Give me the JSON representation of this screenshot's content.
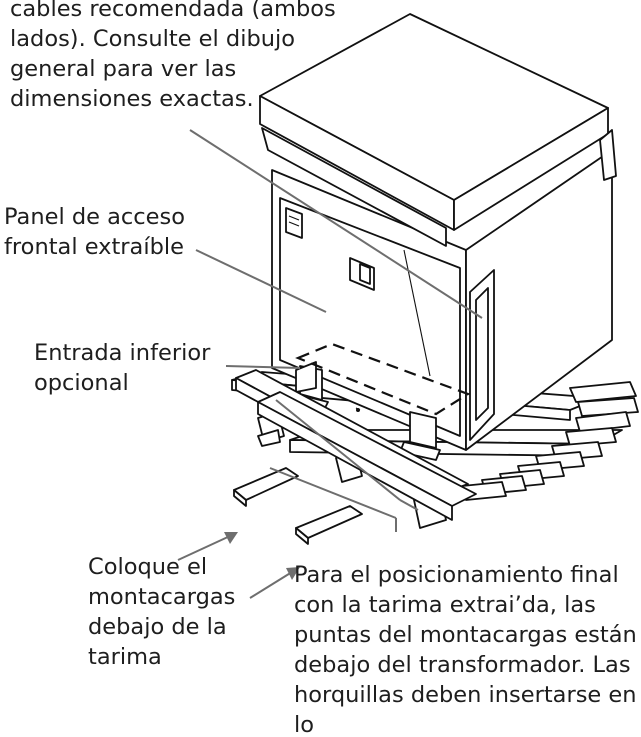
{
  "labels": {
    "cable_entry": "cables recomendada (ambos\nlados). Consulte el dibujo\ngeneral para ver las\ndimensiones exactas.",
    "front_panel": "Panel de acceso\nfrontal extraíble",
    "bottom_entry": "Entrada inferior\nopcional",
    "forklift": "Coloque el\nmontacargas\ndebajo de la\ntarima",
    "final_position": "Para el posicionamiento final\ncon la tarima extrai’da, las\npuntas del montacargas están\ndebajo del transformador.  Las\nhorquillas deben insertarse en lo\nmás profundo."
  },
  "colors": {
    "text": "#1e1e1e",
    "line_art": "#111111",
    "leader_line": "#6e6e6e"
  }
}
